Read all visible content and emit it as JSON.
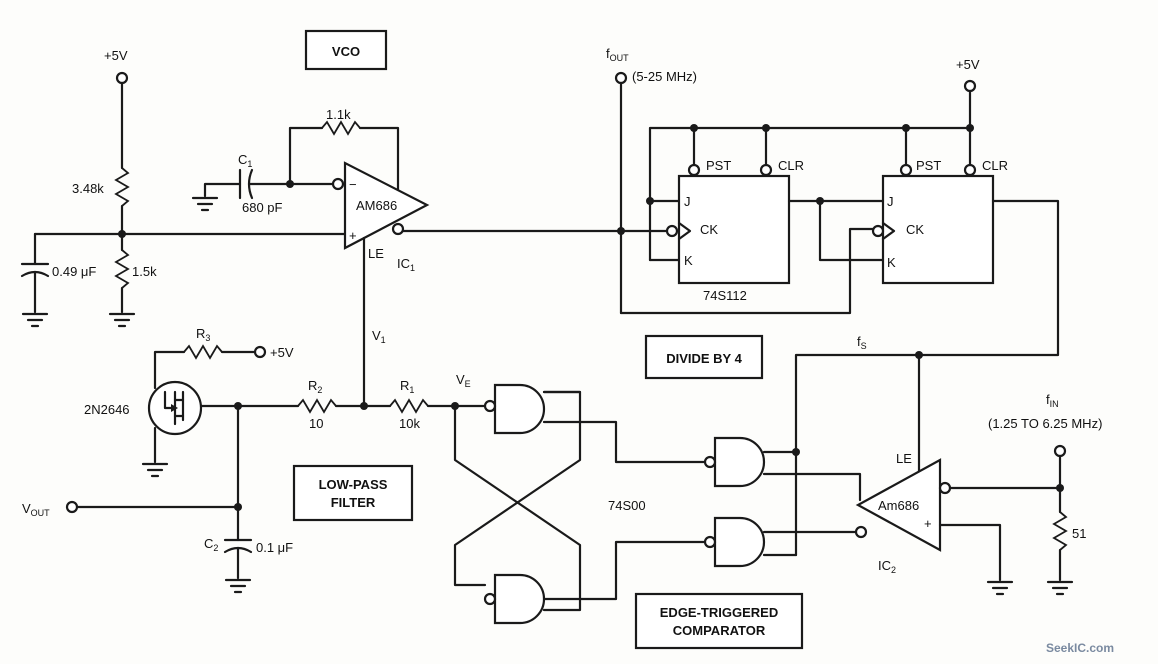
{
  "titles": {
    "vco": "VCO",
    "divide": "DIVIDE BY 4",
    "lpf_line1": "LOW-PASS",
    "lpf_line2": "FILTER",
    "cmp_line1": "EDGE-TRIGGERED",
    "cmp_line2": "COMPARATOR"
  },
  "supply": {
    "plus5": "+5V",
    "plus5_r3": "+5V"
  },
  "components": {
    "r348": "3.48k",
    "r15": "1.5k",
    "c049": "0.49 μF",
    "c1": "C",
    "c1_sub": "1",
    "c1_val": "680 pF",
    "r11": "1.1k",
    "ic1_name": "AM686",
    "ic1_le": "LE",
    "ic1_ref": "IC",
    "ic1_ref_sub": "1",
    "minus": "−",
    "plus": "+",
    "ff_ic": "74S112",
    "pst": "PST",
    "clr": "CLR",
    "j": "J",
    "ck": "CK",
    "k": "K",
    "r3": "R",
    "r3_sub": "3",
    "q_name": "2N2646",
    "r2": "R",
    "r2_sub": "2",
    "r2_val": "10",
    "r1": "R",
    "r1_sub": "1",
    "r1_val": "10k",
    "v1": "V",
    "v1_sub": "1",
    "ve": "V",
    "ve_sub": "E",
    "c2": "C",
    "c2_sub": "2",
    "c2_val": "0.1 μF",
    "nand_ic": "74S00",
    "ic2_name": "Am686",
    "ic2_le": "LE",
    "ic2_ref": "IC",
    "ic2_ref_sub": "2",
    "r51": "51"
  },
  "signals": {
    "fout": "f",
    "fout_sub": "OUT",
    "fout_range": "(5-25 MHz)",
    "fs": "f",
    "fs_sub": "S",
    "fin": "f",
    "fin_sub": "IN",
    "fin_range": "(1.25 TO 6.25 MHz)",
    "vout": "V",
    "vout_sub": "OUT"
  },
  "watermark": "SeekIC.com"
}
